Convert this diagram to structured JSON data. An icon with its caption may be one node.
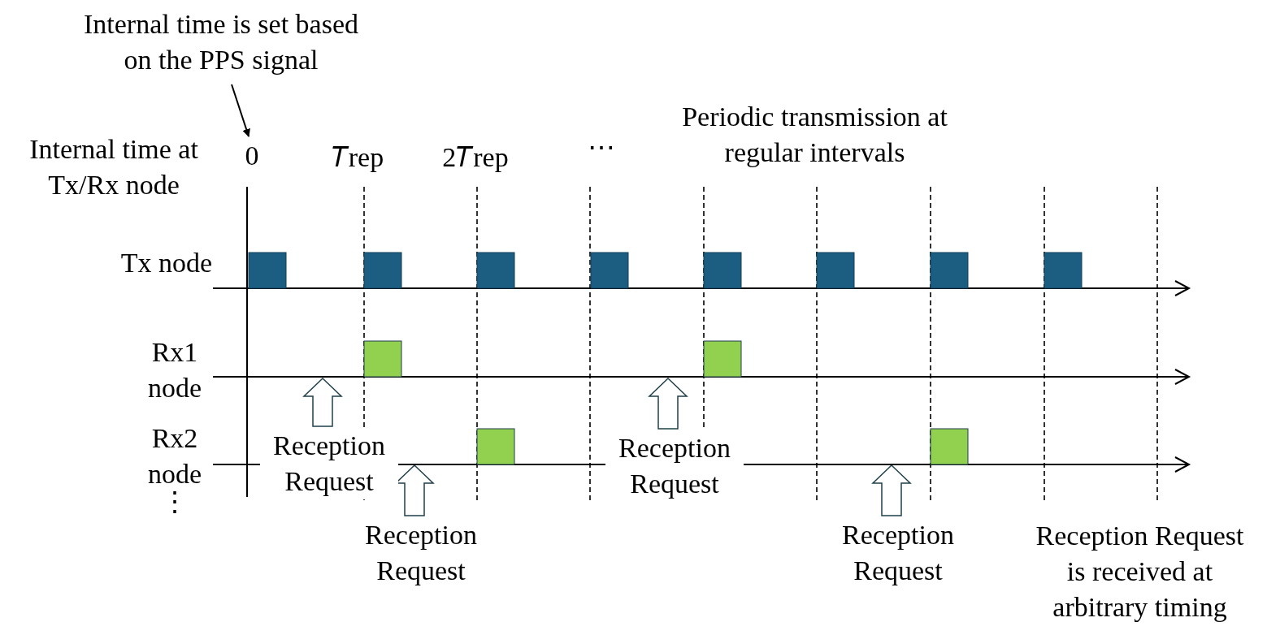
{
  "diagram": {
    "nodes": [
      {
        "text": [
          "Internal time is set based on the PPS signal"
        ]
      },
      {
        "text": [
          "0"
        ]
      },
      {
        "text": [
          "Reception Request"
        ]
      },
      {
        "text": [
          "Reception Request"
        ]
      },
      {
        "text": [
          "Reception Request"
        ]
      },
      {
        "text": [
          "Reception Request"
        ]
      }
    ],
    "edges": [
      {
        "from": 0,
        "to": 1,
        "arrow": "to"
      },
      {
        "from": 2,
        "to": null,
        "arrow": "to"
      },
      {
        "from": 3,
        "to": null,
        "arrow": "to"
      },
      {
        "from": 4,
        "to": null,
        "arrow": "to"
      },
      {
        "from": 5,
        "to": null,
        "arrow": "to"
      }
    ],
    "labels": [
      "Internal time at Tx/Rx node",
      "𝑇rep",
      "2𝑇rep",
      "⋯",
      "Periodic transmission at regular intervals",
      "Tx node",
      "Rx1 node",
      "Rx2 node",
      "⋮",
      "Reception Request is received at arbitrary timing"
    ]
  }
}
